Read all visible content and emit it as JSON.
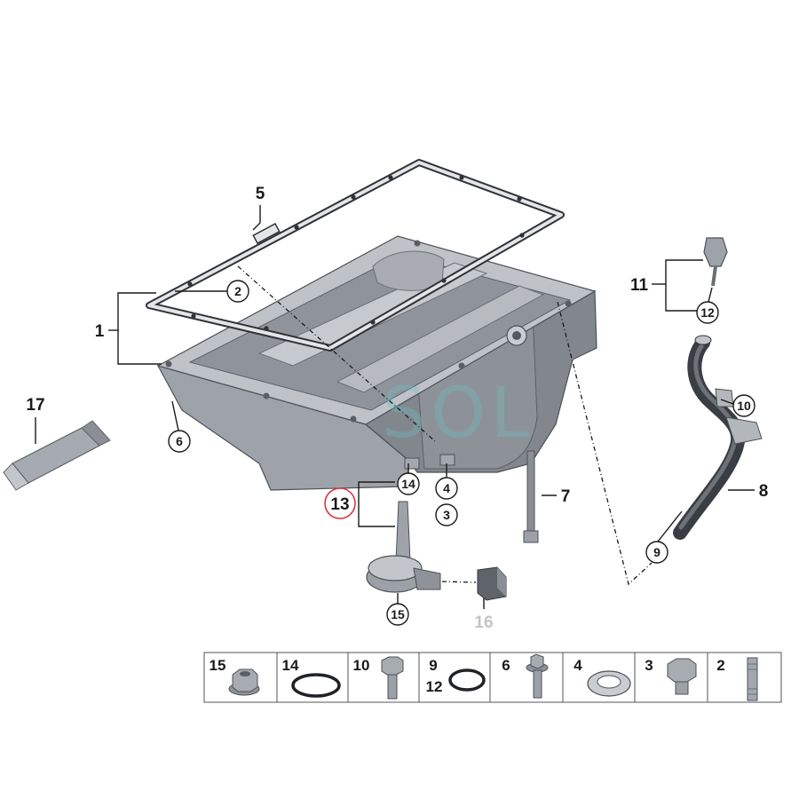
{
  "callouts": {
    "item_1": "1",
    "item_2": "2",
    "item_3": "3",
    "item_4": "4",
    "item_5": "5",
    "item_6": "6",
    "item_7": "7",
    "item_8": "8",
    "item_9": "9",
    "item_10": "10",
    "item_11": "11",
    "item_12": "12",
    "item_13": "13",
    "item_14": "14",
    "item_15": "15",
    "item_16": "16",
    "item_17": "17"
  },
  "legend": [
    {
      "labels": [
        "15"
      ],
      "icon": "flange-nut-icon"
    },
    {
      "labels": [
        "14"
      ],
      "icon": "o-ring-icon"
    },
    {
      "labels": [
        "10"
      ],
      "icon": "bolt-icon"
    },
    {
      "labels": [
        "9",
        "12"
      ],
      "icon": "o-ring-icon"
    },
    {
      "labels": [
        "6"
      ],
      "icon": "flange-bolt-icon"
    },
    {
      "labels": [
        "4"
      ],
      "icon": "washer-icon"
    },
    {
      "labels": [
        "3"
      ],
      "icon": "plug-icon"
    },
    {
      "labels": [
        "2"
      ],
      "icon": "stud-icon"
    }
  ],
  "watermark": {
    "text": "SOL"
  },
  "colors": {
    "highlight": "#d9363e",
    "muted_label": "#c4c4c4",
    "ink": "#1a1a1a",
    "watermark": "#6cc3c3"
  }
}
